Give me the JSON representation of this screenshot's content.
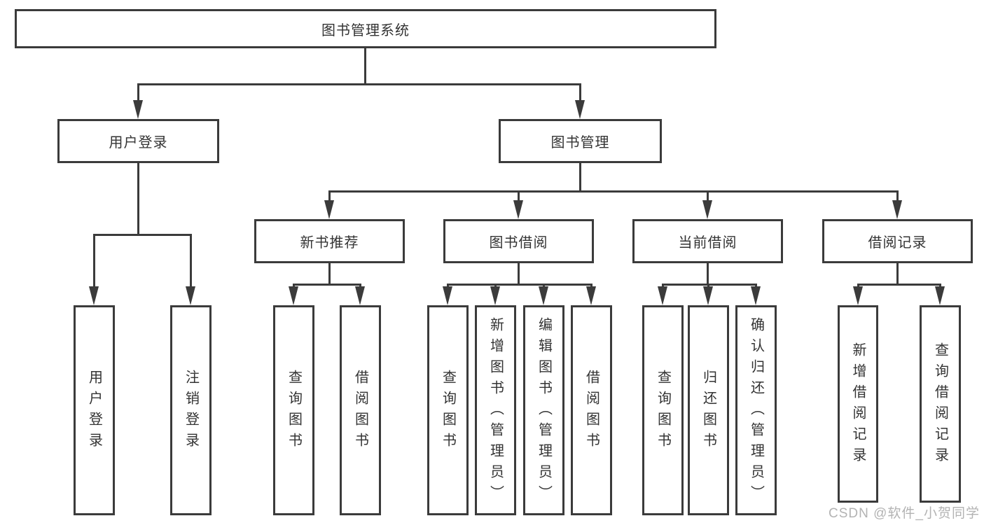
{
  "diagram": {
    "root": "图书管理系统",
    "level2": [
      "用户登录",
      "图书管理"
    ],
    "level3": [
      "新书推荐",
      "图书借阅",
      "当前借阅",
      "借阅记录"
    ],
    "leaves": {
      "user_login": [
        "用户登录",
        "注销登录"
      ],
      "new_book": [
        "查询图书",
        "借阅图书"
      ],
      "book_borrow": [
        "查询图书",
        "新增图书（管理员）",
        "编辑图书（管理员）",
        "借阅图书"
      ],
      "current_borrow": [
        "查询图书",
        "归还图书",
        "确认归还（管理员）"
      ],
      "borrow_record": [
        "新增借阅记录",
        "查询借阅记录"
      ]
    },
    "colors": {
      "line": "#3b3b3b",
      "text": "#333333",
      "watermark": "#b3b3b3"
    }
  },
  "watermark": "CSDN @软件_小贺同学"
}
